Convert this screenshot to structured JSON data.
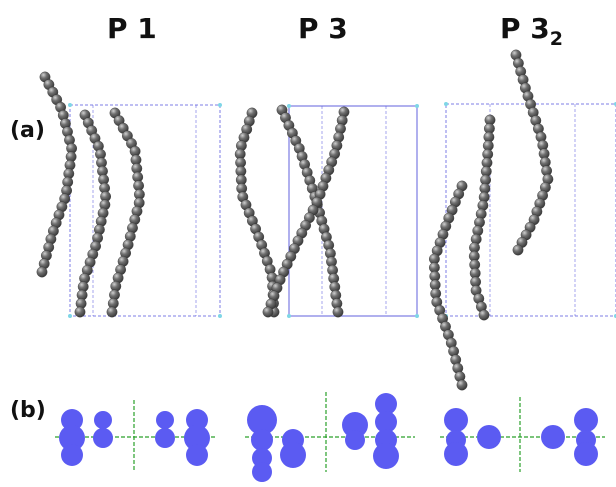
{
  "titles": {
    "p1": "P 1",
    "p3": "P 3",
    "p32_main": "P 3",
    "p32_sub": "2"
  },
  "row_labels": {
    "a": "(a)",
    "b": "(b)"
  },
  "colors": {
    "bead": "#5a5a5a",
    "bead_highlight": "#c8c8c8",
    "cell_line": "#5b5bdd",
    "sphere": "#5b5bf2",
    "axis_line": "#2aa02a",
    "corner_marker": "#7fd6e6"
  }
}
